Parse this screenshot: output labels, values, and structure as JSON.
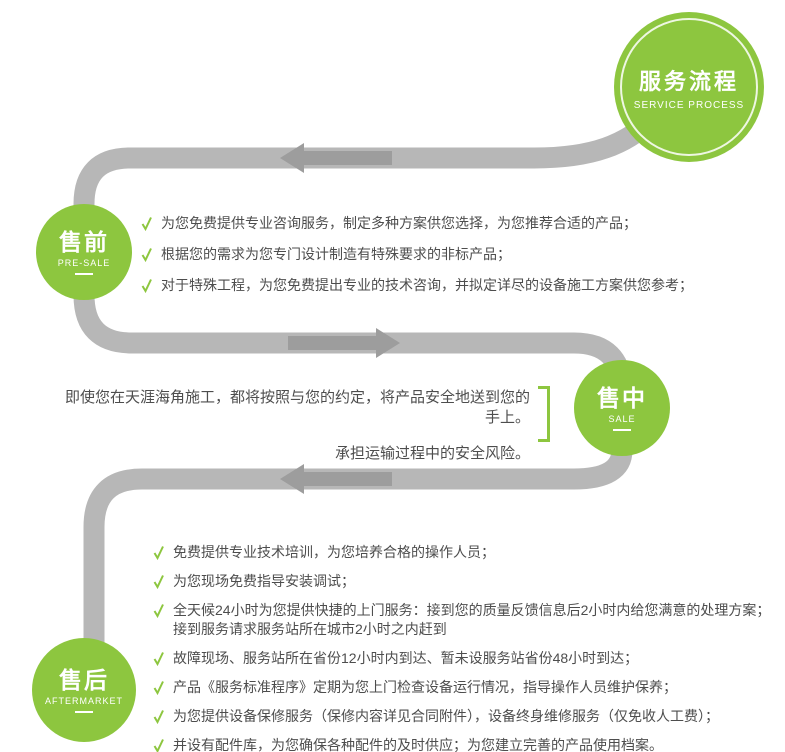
{
  "header": {
    "title": "服务流程",
    "subtitle": "SERVICE PROCESS"
  },
  "stages": [
    {
      "id": "pre-sale",
      "title": "售前",
      "subtitle": "PRE-SALE",
      "items": [
        "为您免费提供专业咨询服务，制定多种方案供您选择，为您推荐合适的产品；",
        "根据您的需求为您专门设计制造有特殊要求的非标产品；",
        "对于特殊工程，为您免费提出专业的技术咨询，并拟定详尽的设备施工方案供您参考；"
      ]
    },
    {
      "id": "sale",
      "title": "售中",
      "subtitle": "SALE",
      "items": [
        "即使您在天涯海角施工，都将按照与您的约定，将产品安全地送到您的手上。",
        "承担运输过程中的安全风险。"
      ]
    },
    {
      "id": "aftermarket",
      "title": "售后",
      "subtitle": "AFTERMARKET",
      "items": [
        "免费提供专业技术培训，为您培养合格的操作人员；",
        "为您现场免费指导安装调试；",
        "全天候24小时为您提供快捷的上门服务：接到您的质量反馈信息后2小时内给您满意的处理方案；接到服务请求服务站所在城市2小时之内赶到",
        "故障现场、服务站所在省份12小时内到达、暂未设服务站省份48小时到达；",
        "产品《服务标准程序》定期为您上门检查设备运行情况，指导操作人员维护保养；",
        "为您提供设备保修服务（保修内容详见合同附件），设备终身维修服务（仅免收人工费）；",
        "并设有配件库，为您确保各种配件的及时供应；为您建立完善的产品使用档案。"
      ]
    }
  ],
  "icons": {
    "tick": "check-mark"
  },
  "colors": {
    "green": "#8dc63f",
    "path_gray": "#b7b7b7",
    "arrow_gray": "#9d9d9d",
    "text": "#4d4d4d"
  }
}
